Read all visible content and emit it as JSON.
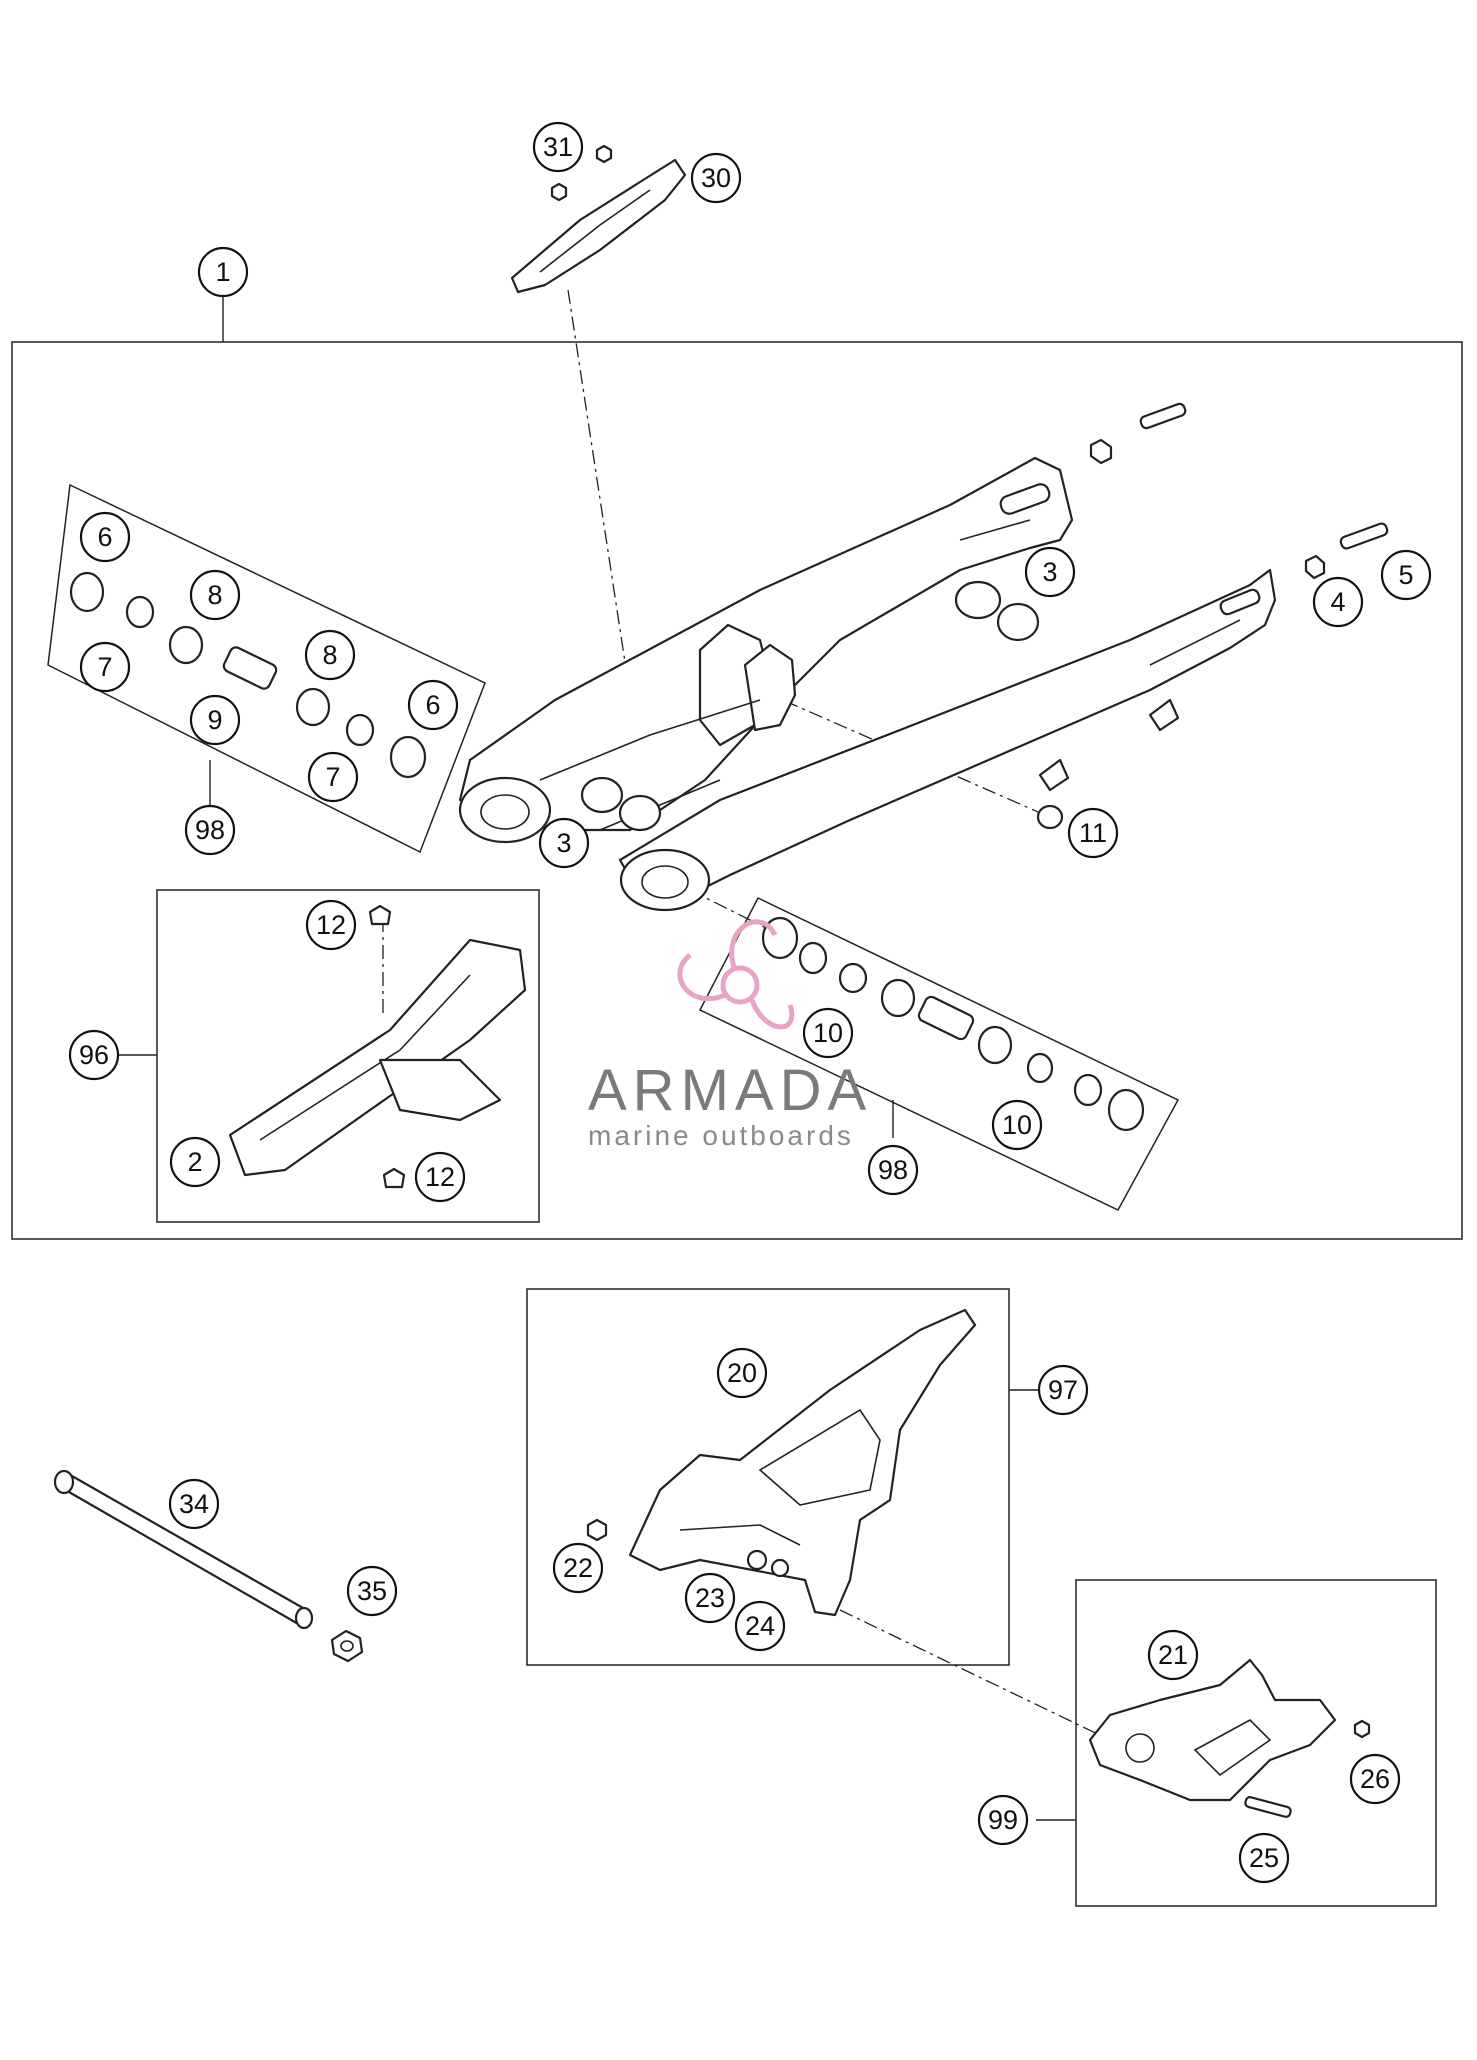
{
  "watermark": {
    "name": "ARMADA",
    "tagline": "marine outboards",
    "name_color": "#7a7a7a",
    "tagline_color": "#8a8a8a",
    "logo_color": "#e9a3c4"
  },
  "callouts": {
    "c1": "1",
    "c2": "2",
    "c3a": "3",
    "c3b": "3",
    "c4": "4",
    "c5": "5",
    "c6a": "6",
    "c6b": "6",
    "c7a": "7",
    "c7b": "7",
    "c8a": "8",
    "c8b": "8",
    "c9": "9",
    "c10a": "10",
    "c10b": "10",
    "c11": "11",
    "c12a": "12",
    "c12b": "12",
    "c20": "20",
    "c21": "21",
    "c22": "22",
    "c23": "23",
    "c24": "24",
    "c25": "25",
    "c26": "26",
    "c30": "30",
    "c31": "31",
    "c34": "34",
    "c35": "35",
    "c96": "96",
    "c97": "97",
    "c98a": "98",
    "c98b": "98",
    "c99": "99"
  }
}
